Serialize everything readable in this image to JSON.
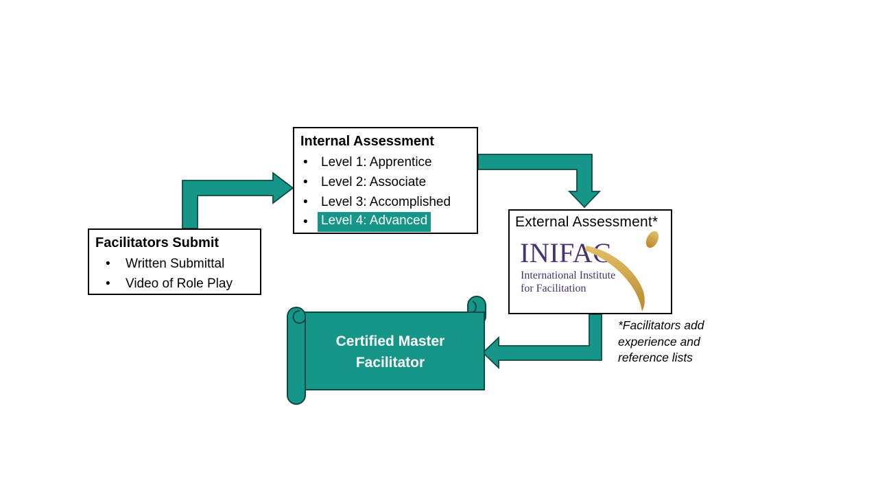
{
  "colors": {
    "teal": "#169688",
    "teal_dark": "#0b4a42",
    "purple": "#463271",
    "gold": "#c9a03c",
    "gold_light": "#e3c06a",
    "box_border": "#000000",
    "highlight_text": "#ffffff"
  },
  "ui": {
    "bullet_char": "•"
  },
  "boxes": {
    "facilitators": {
      "title": "Facilitators Submit",
      "bullets": [
        "Written Submittal",
        "Video of Role Play"
      ]
    },
    "internal": {
      "title": "Internal Assessment",
      "bullets": [
        "Level 1: Apprentice",
        "Level 2: Associate",
        "Level 3: Accomplished",
        "Level 4: Advanced"
      ]
    },
    "external": {
      "title": "External Assessment*",
      "logo": {
        "name": "INIFAC",
        "tagline1": "International Institute",
        "tagline2": "for Facilitation"
      }
    },
    "certified": {
      "lines": [
        "Certified Master",
        "Facilitator"
      ]
    }
  },
  "footnote": {
    "lines": [
      "*Facilitators add",
      "experience and",
      "reference lists"
    ]
  }
}
